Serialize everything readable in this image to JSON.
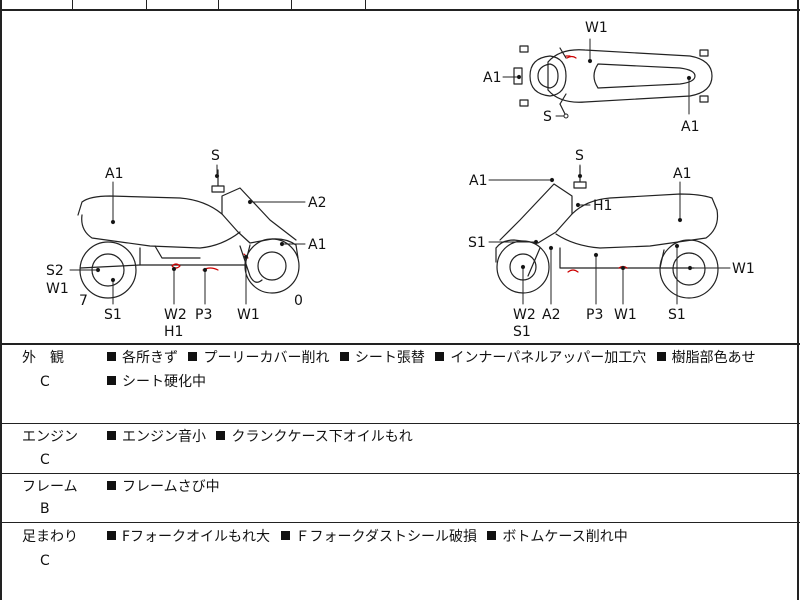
{
  "diagram": {
    "labels": {
      "top": {
        "w1": "W1",
        "a1_left": "A1",
        "a1_right": "A1",
        "s": "S"
      },
      "left": {
        "s": "S",
        "a1_top": "A1",
        "a2": "A2",
        "a1_right": "A1",
        "s2": "S2",
        "w1_left": "W1",
        "num7": "7",
        "s1": "S1",
        "w2": "W2",
        "h1": "H1",
        "p3": "P3",
        "w1_bottom": "W1",
        "num0": "0"
      },
      "right": {
        "s": "S",
        "a1_left": "A1",
        "a1_right": "A1",
        "h1": "H1",
        "s1_left": "S1",
        "w1_right": "W1",
        "w2": "W2",
        "s1_under": "S1",
        "a2": "A2",
        "p3": "P3",
        "w1_bottom": "W1",
        "s1_right": "S1"
      }
    }
  },
  "sections": [
    {
      "title": "外　観",
      "grade": "C",
      "lines": [
        [
          "各所きず",
          "プーリーカバー削れ",
          "シート張替",
          "インナーパネルアッパー加工穴",
          "樹脂部色あせ"
        ],
        [
          "シート硬化中"
        ]
      ]
    },
    {
      "title": "エンジン",
      "grade": "C",
      "lines": [
        [
          "エンジン音小",
          "クランクケース下オイルもれ"
        ]
      ]
    },
    {
      "title": "フレーム",
      "grade": "B",
      "lines": [
        [
          "フレームさび中"
        ]
      ]
    },
    {
      "title": "足まわり",
      "grade": "C",
      "lines": [
        [
          "Fフォークオイルもれ大",
          "Ｆフォークダストシール破損",
          "ボトムケース削れ中"
        ]
      ]
    }
  ]
}
